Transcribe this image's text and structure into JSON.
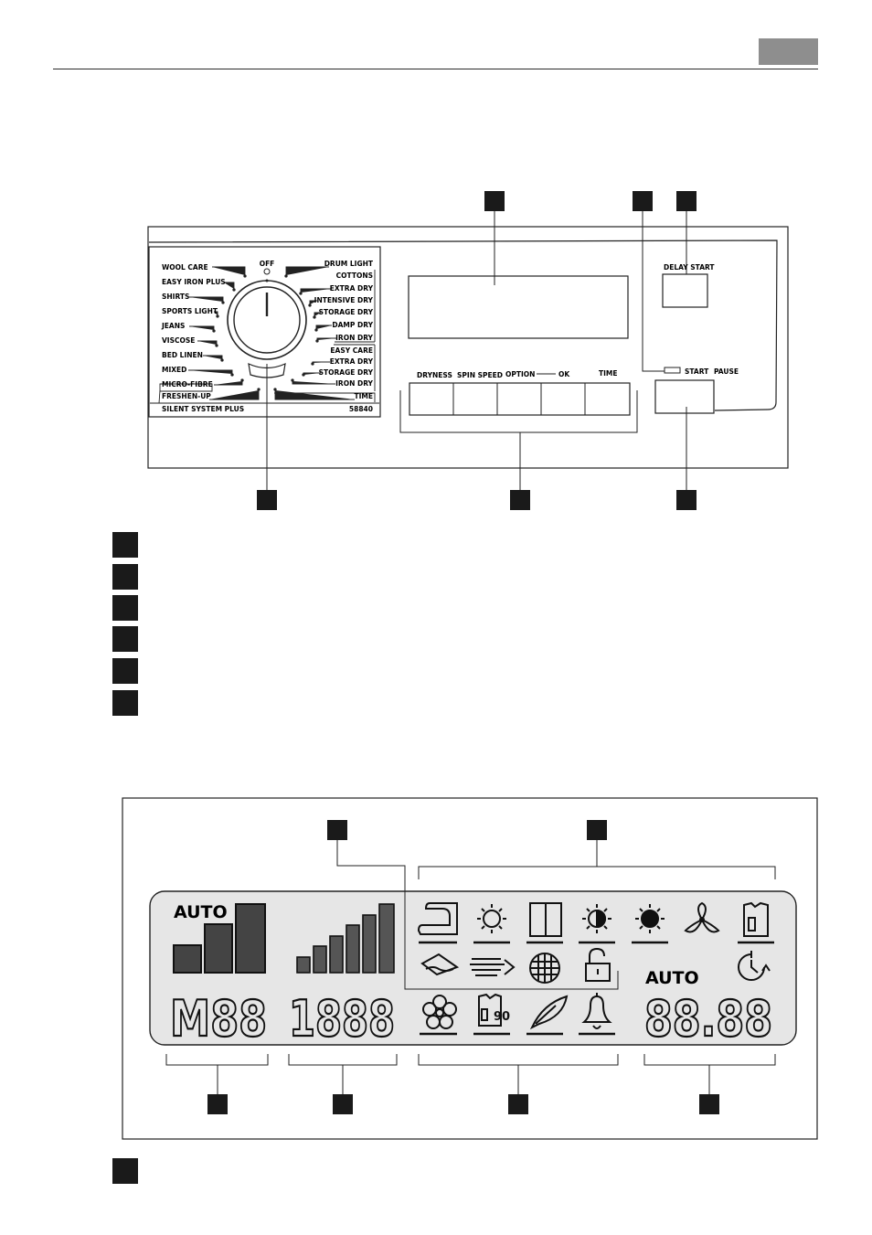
{
  "control_panel": {
    "off_label": "OFF",
    "left_programmes": [
      "WOOL CARE",
      "EASY IRON PLUS",
      "SHIRTS",
      "SPORTS LIGHT",
      "JEANS",
      "VISCOSE",
      "BED LINEN",
      "MIXED",
      "MICRO-FIBRE",
      "FRESHEN-UP"
    ],
    "right_programmes": [
      "DRUM LIGHT",
      "COTTONS",
      "EXTRA DRY",
      "INTENSIVE DRY",
      "STORAGE DRY",
      "DAMP DRY",
      "IRON DRY",
      "EASY CARE",
      "EXTRA DRY",
      "STORAGE DRY",
      "IRON DRY",
      "TIME"
    ],
    "model_left": "SILENT SYSTEM PLUS",
    "model_right": "58840",
    "delay_start": "DELAY START",
    "start": "START",
    "pause": "PAUSE",
    "buttons": [
      "DRYNESS",
      "SPIN SPEED",
      "OPTION",
      "OK",
      "TIME"
    ]
  },
  "display": {
    "auto_left": "AUTO",
    "auto_right": "AUTO",
    "digits_left": "M88",
    "digits_mid": "1888",
    "digits_right": "88.88",
    "minutes_symbol": "90",
    "icons_row1": [
      "iron-icon",
      "sun-outline-icon",
      "wardrobe-icon",
      "half-sun-icon",
      "full-sun-icon",
      "fan-icon",
      "shirt-icon"
    ],
    "icons_row2": [
      "damp-cloth-icon",
      "air-flow-icon",
      "filter-grid-icon",
      "lock-open-icon",
      "timer-icon"
    ],
    "icons_row3": [
      "flower-icon",
      "shirt-time-icon",
      "feather-icon",
      "bell-icon"
    ]
  }
}
